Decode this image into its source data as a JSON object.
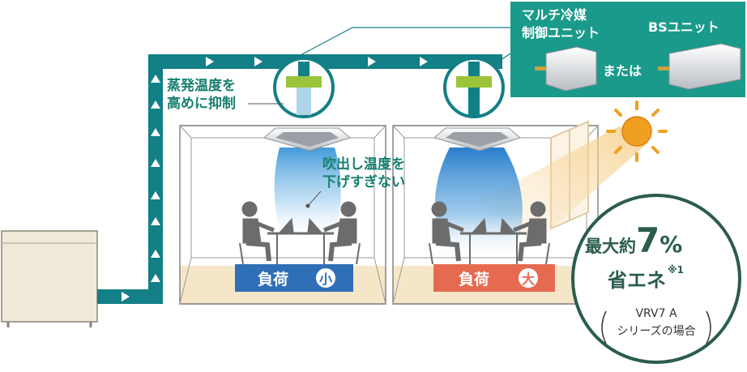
{
  "colors": {
    "pipe": "#137f86",
    "panel": "#1a9a8a",
    "accent_green": "#17806f",
    "low_load": "#2f6fb8",
    "high_load": "#e56a50",
    "floor": "#f6e6c8",
    "sun": "#f0a020",
    "badge_ring": "#2b5c4f"
  },
  "icons": {
    "outdoor_unit": "outdoor-unit-icon",
    "ceiling_cassette": "ceiling-cassette-icon",
    "person": "person-icon",
    "sun": "sun-icon",
    "control_unit": "control-unit-icon"
  },
  "panel": {
    "multi_label_line1": "マルチ冷媒",
    "multi_label_line2": "制御ユニット",
    "bs_label": "BSユニット",
    "or_label": "または"
  },
  "callouts": {
    "evap_line1": "蒸発温度を",
    "evap_line2": "高めに抑制",
    "blow_line1": "吹出し温度を",
    "blow_line2": "下げすぎない"
  },
  "rooms": {
    "left": {
      "load_text": "負荷",
      "load_level": "小"
    },
    "right": {
      "load_text": "負荷",
      "load_level": "大"
    }
  },
  "badge": {
    "prefix": "最大約",
    "number": "7",
    "percent": "%",
    "saving": "省エネ",
    "note_mark": "※1",
    "model_line1": "VRV7 A",
    "model_line2": "シリーズの場合"
  }
}
